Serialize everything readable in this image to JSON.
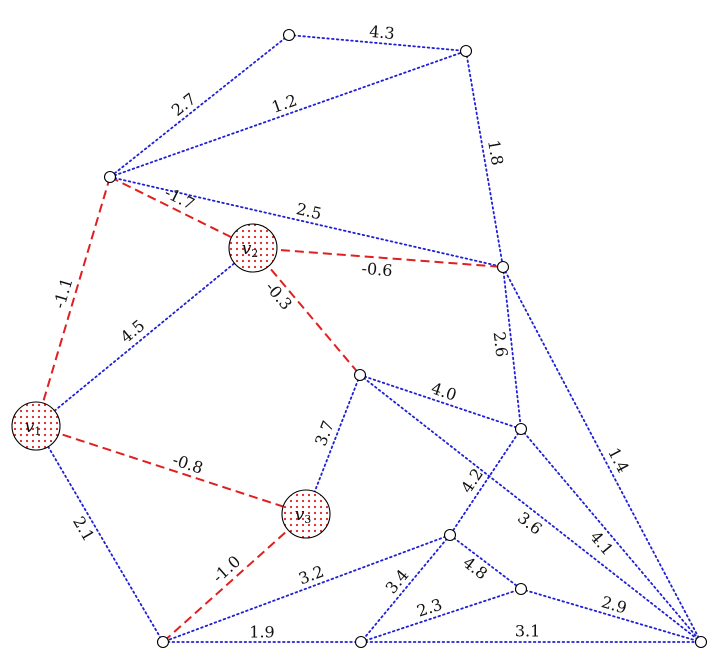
{
  "colors": {
    "blue": "#1f1fd6",
    "red": "#e02020",
    "stroke": "#000000"
  },
  "vertices": {
    "v1": {
      "name": "v",
      "sub": "1"
    },
    "v2": {
      "name": "v",
      "sub": "2"
    },
    "v3": {
      "name": "v",
      "sub": "3"
    }
  },
  "edges": [
    {
      "id": "e-a-b",
      "from": "a",
      "to": "b",
      "weight": "4.3",
      "style": "blue"
    },
    {
      "id": "e-a-c",
      "from": "a",
      "to": "c",
      "weight": "2.7",
      "style": "blue"
    },
    {
      "id": "e-c-b",
      "from": "c",
      "to": "b",
      "weight": "1.2",
      "style": "blue"
    },
    {
      "id": "e-b-d",
      "from": "b",
      "to": "d",
      "weight": "1.8",
      "style": "blue"
    },
    {
      "id": "e-c-d",
      "from": "c",
      "to": "d",
      "weight": "2.5",
      "style": "blue"
    },
    {
      "id": "e-c-v2",
      "from": "c",
      "to": "v2",
      "weight": "-1.7",
      "style": "red"
    },
    {
      "id": "e-v2-d",
      "from": "v2",
      "to": "d",
      "weight": "-0.6",
      "style": "red"
    },
    {
      "id": "e-c-v1",
      "from": "c",
      "to": "v1",
      "weight": "-1.1",
      "style": "red"
    },
    {
      "id": "e-v1-v2",
      "from": "v1",
      "to": "v2",
      "weight": "4.5",
      "style": "blue"
    },
    {
      "id": "e-v2-e",
      "from": "v2",
      "to": "e",
      "weight": "-0.3",
      "style": "red"
    },
    {
      "id": "e-d-f",
      "from": "d",
      "to": "f",
      "weight": "2.6",
      "style": "blue"
    },
    {
      "id": "e-d-j",
      "from": "d",
      "to": "j",
      "weight": "1.4",
      "style": "blue"
    },
    {
      "id": "e-e-f",
      "from": "e",
      "to": "f",
      "weight": "4.0",
      "style": "blue"
    },
    {
      "id": "e-e-v3",
      "from": "e",
      "to": "v3",
      "weight": "3.7",
      "style": "blue"
    },
    {
      "id": "e-e-j",
      "from": "e",
      "to": "j",
      "weight": "3.6",
      "style": "blue"
    },
    {
      "id": "e-v1-v3",
      "from": "v1",
      "to": "v3",
      "weight": "-0.8",
      "style": "red"
    },
    {
      "id": "e-f-g",
      "from": "f",
      "to": "g",
      "weight": "4.2",
      "style": "blue"
    },
    {
      "id": "e-f-j",
      "from": "f",
      "to": "j",
      "weight": "4.1",
      "style": "blue"
    },
    {
      "id": "e-v1-k",
      "from": "v1",
      "to": "k",
      "weight": "2.1",
      "style": "blue"
    },
    {
      "id": "e-v3-k",
      "from": "v3",
      "to": "k",
      "weight": "-1.0",
      "style": "red"
    },
    {
      "id": "e-g-h",
      "from": "g",
      "to": "h",
      "weight": "4.8",
      "style": "blue"
    },
    {
      "id": "e-g-k",
      "from": "g",
      "to": "k",
      "weight": "3.2",
      "style": "blue"
    },
    {
      "id": "e-g-i",
      "from": "g",
      "to": "i",
      "weight": "3.4",
      "style": "blue"
    },
    {
      "id": "e-i-h",
      "from": "i",
      "to": "h",
      "weight": "2.3",
      "style": "blue"
    },
    {
      "id": "e-h-j",
      "from": "h",
      "to": "j",
      "weight": "2.9",
      "style": "blue"
    },
    {
      "id": "e-k-i",
      "from": "k",
      "to": "i",
      "weight": "1.9",
      "style": "blue"
    },
    {
      "id": "e-i-j",
      "from": "i",
      "to": "j",
      "weight": "3.1",
      "style": "blue"
    }
  ]
}
